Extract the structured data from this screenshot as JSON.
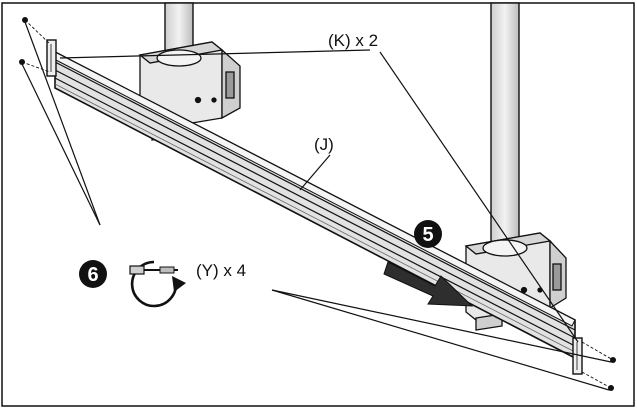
{
  "figure": {
    "callouts": {
      "k_label": "(K) x 2",
      "j_label": "(J)",
      "y_label": "(Y) x 4"
    },
    "steps": {
      "step_5": "5",
      "step_6": "6"
    }
  },
  "colors": {
    "line": "#111111",
    "paper": "#ffffff",
    "metal_light": "#e6e6e6",
    "metal_mid": "#bdbdbd",
    "metal_dark": "#8a8a8a",
    "arrow": "#3a3a3a"
  },
  "icons": [
    "screwdriver-rotation-icon",
    "direction-arrow-icon"
  ]
}
